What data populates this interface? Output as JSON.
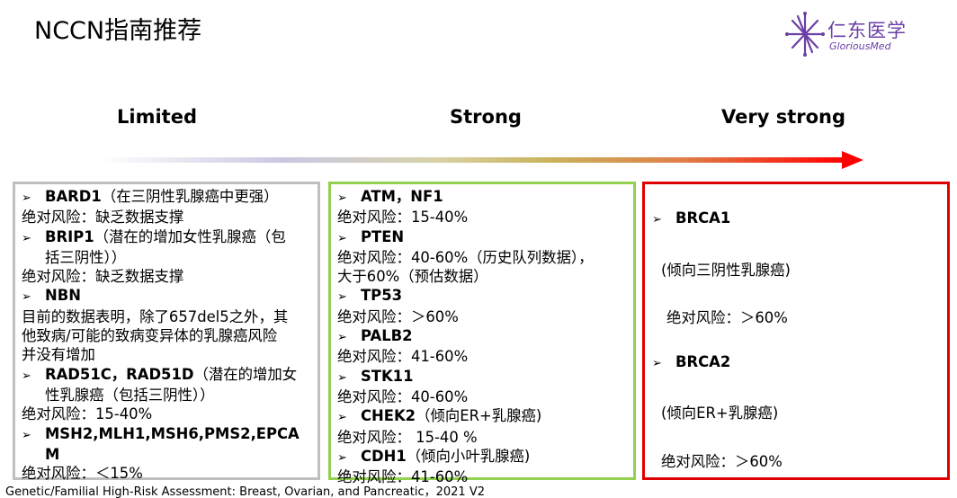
{
  "title": "NCCN指南推荐",
  "logo": {
    "cn": "仁东医学",
    "en": "GloriousMed"
  },
  "levels": {
    "limited": "Limited",
    "strong": "Strong",
    "very_strong": "Very strong"
  },
  "limited": {
    "bard1_gene": "BARD1",
    "bard1_note": "（在三阴性乳腺癌中更强）",
    "bard1_risk": "绝对风险：缺乏数据支撑",
    "brip1_gene": "BRIP1",
    "brip1_note1": "（潜在的增加女性乳腺癌（包",
    "brip1_note2": "括三阴性））",
    "brip1_risk": "绝对风险：缺乏数据支撑",
    "nbn_gene": "NBN",
    "nbn_text1": "目前的数据表明，除了657del5之外，其",
    "nbn_text2": "他致病/可能的致病变异体的乳腺癌风险",
    "nbn_text3": "并没有增加",
    "rad51_gene": "RAD51C，RAD51D",
    "rad51_note1": "（潜在的增加女",
    "rad51_note2": "性乳腺癌（包括三阴性））",
    "rad51_risk": "绝对风险：15-40%",
    "msh_gene1": "MSH2,MLH1,MSH6,PMS2,EPCA",
    "msh_gene2": "M",
    "msh_risk": "绝对风险：＜15%"
  },
  "strong": {
    "atm_gene": "ATM，NF1",
    "atm_risk": "绝对风险：15-40%",
    "pten_gene": "PTEN",
    "pten_risk1": "绝对风险：40-60%（历史队列数据），",
    "pten_risk2": "大于60%（预估数据）",
    "tp53_gene": "TP53",
    "tp53_risk": "绝对风险：＞60%",
    "palb2_gene": "PALB2",
    "palb2_risk": "绝对风险：41-60%",
    "stk11_gene": "STK11",
    "stk11_risk": "绝对风险：40-60%",
    "chek2_gene": "CHEK2",
    "chek2_note": "（倾向ER+乳腺癌)",
    "chek2_risk": "绝对风险：  15-40 %",
    "cdh1_gene": "CDH1",
    "cdh1_note": "（倾向小叶乳腺癌)",
    "cdh1_risk": "绝对风险：41-60%"
  },
  "very_strong": {
    "brca1_gene": "BRCA1",
    "brca1_note": "(倾向三阴性乳腺癌)",
    "brca1_risk": "绝对风险：＞60%",
    "brca2_gene": "BRCA2",
    "brca2_note": "(倾向ER+乳腺癌)",
    "brca2_risk": "绝对风险：＞60%"
  },
  "bullet": "➢",
  "footer": "Genetic/Familial High-Risk Assessment: Breast, Ovarian, and Pancreatic，2021  V2",
  "colors": {
    "limited": "#bfbfbf",
    "strong": "#92d050",
    "very_strong": "#e00000",
    "arrow_end": "#ff0000",
    "brand": "#6a3fa6"
  }
}
